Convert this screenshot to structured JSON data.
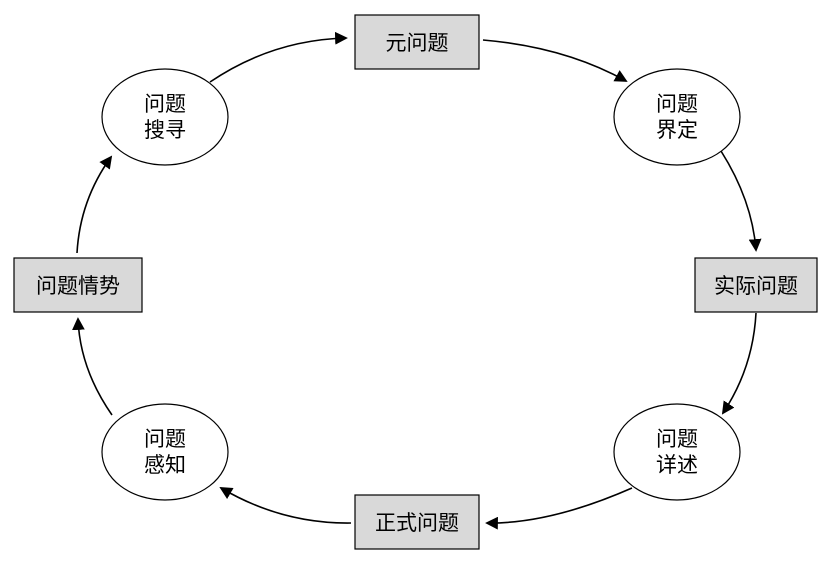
{
  "diagram": {
    "type": "cycle",
    "direction": "clockwise",
    "colors": {
      "rect_fill": "#d9d9d9",
      "ellipse_fill": "#ffffff",
      "stroke": "#000000",
      "background": "#ffffff"
    },
    "nodes": [
      {
        "id": "meta-problem",
        "shape": "rect",
        "label": "元问题"
      },
      {
        "id": "problem-definition",
        "shape": "ellipse",
        "line1": "问题",
        "line2": "界定"
      },
      {
        "id": "actual-problem",
        "shape": "rect",
        "label": "实际问题"
      },
      {
        "id": "problem-elaboration",
        "shape": "ellipse",
        "line1": "问题",
        "line2": "详述"
      },
      {
        "id": "formal-problem",
        "shape": "rect",
        "label": "正式问题"
      },
      {
        "id": "problem-perception",
        "shape": "ellipse",
        "line1": "问题",
        "line2": "感知"
      },
      {
        "id": "problem-situation",
        "shape": "rect",
        "label": "问题情势"
      },
      {
        "id": "problem-search",
        "shape": "ellipse",
        "line1": "问题",
        "line2": "搜寻"
      }
    ],
    "arrows": [
      {
        "from": "problem-search",
        "to": "meta-problem"
      },
      {
        "from": "meta-problem",
        "to": "problem-definition"
      },
      {
        "from": "problem-definition",
        "to": "actual-problem"
      },
      {
        "from": "actual-problem",
        "to": "problem-elaboration"
      },
      {
        "from": "problem-elaboration",
        "to": "formal-problem"
      },
      {
        "from": "formal-problem",
        "to": "problem-perception"
      },
      {
        "from": "problem-perception",
        "to": "problem-situation"
      },
      {
        "from": "problem-situation",
        "to": "problem-search"
      }
    ]
  }
}
